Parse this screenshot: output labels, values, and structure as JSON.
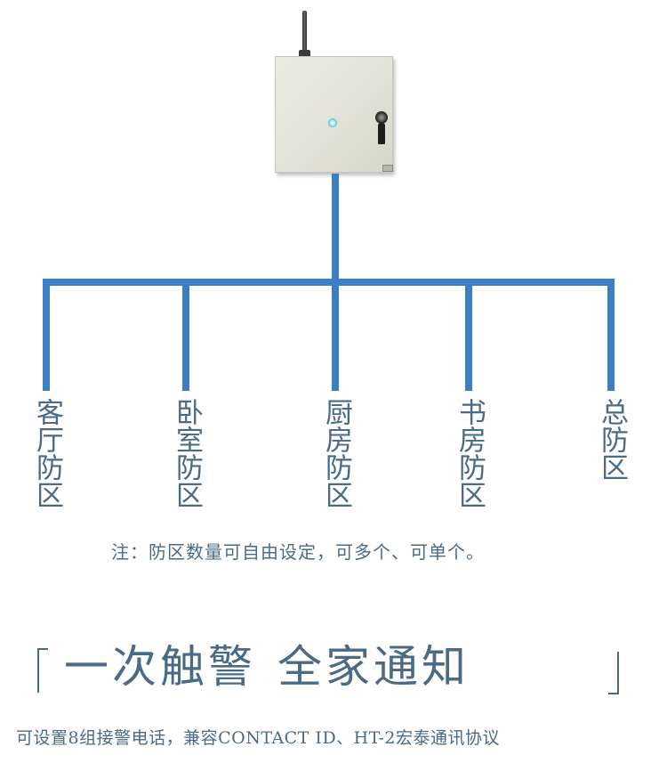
{
  "zones": [
    {
      "label": "客厅防区"
    },
    {
      "label": "卧室防区"
    },
    {
      "label": "厨房防区"
    },
    {
      "label": "书房防区"
    },
    {
      "label": "总防区"
    }
  ],
  "note": "注：防区数量可自由设定，可多个、可单个。",
  "headline": {
    "part1": "一次触警",
    "part2": "全家通知"
  },
  "footer": "可设置8组接警电话，兼容CONTACT ID、HT-2宏泰通讯协议",
  "colors": {
    "wire": "#3d7fc4",
    "text": "#4a6a86",
    "panel": "#e3e2d6"
  },
  "icons": {
    "device": "alarm-panel-icon",
    "antenna": "antenna-icon",
    "lock": "key-lock-icon"
  }
}
